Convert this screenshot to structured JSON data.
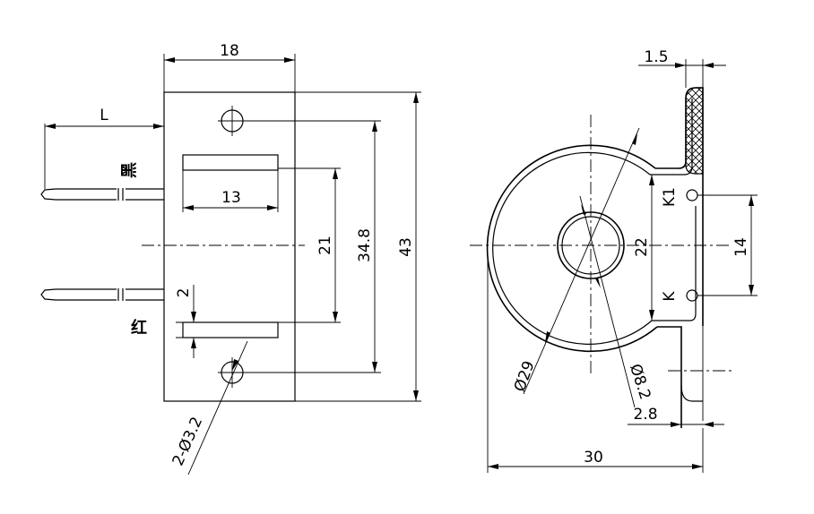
{
  "front_view": {
    "dim_width": "18",
    "dim_lead": "L",
    "dim_window_width": "13",
    "dim_window_gap": "21",
    "dim_hole_pitch": "34.8",
    "dim_height": "43",
    "dim_window_height": "2",
    "dim_holes": "2-Ø3.2",
    "wire_black": "黑",
    "wire_red": "红"
  },
  "side_view": {
    "dim_flange": "1.5",
    "terminal_k1": "K1",
    "terminal_k": "K",
    "dim_inner_span": "22",
    "dim_terminal_pitch": "14",
    "dim_outer_dia": "Ø29",
    "dim_inner_dia": "Ø8.2",
    "dim_offset": "2.8",
    "dim_total_width": "30"
  }
}
